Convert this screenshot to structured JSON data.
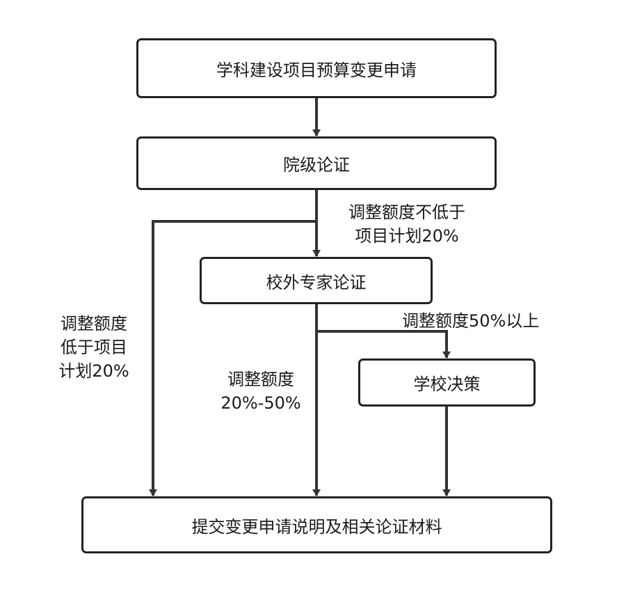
{
  "nodes": {
    "apply": "学科建设项目预算变更申请",
    "college": "院级论证",
    "expert": "校外专家论证",
    "school": "学校决策",
    "submit": "提交变更申请说明及相关论证材料"
  },
  "labels": {
    "not_below": [
      "调整额度不低于",
      "项目计划20%"
    ],
    "below": [
      "调整额度",
      "低于项目",
      "计划20%"
    ],
    "mid": [
      "调整额度",
      "20%-50%"
    ],
    "above": "调整额度50%以上"
  }
}
